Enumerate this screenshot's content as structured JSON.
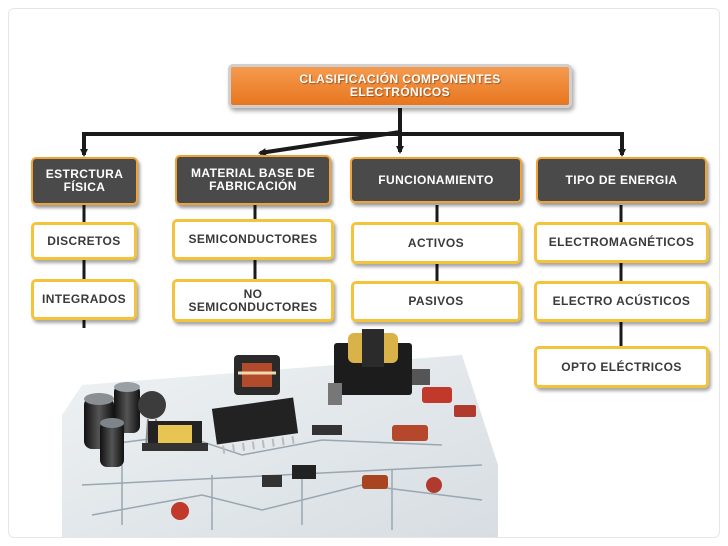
{
  "root": {
    "label": "CLASIFICACIÓN COMPONENTES ELECTRÓNICOS"
  },
  "categories": [
    {
      "label": "ESTRCTURA FÍSICA",
      "children": [
        "DISCRETOS",
        "INTEGRADOS"
      ]
    },
    {
      "label": "MATERIAL BASE DE FABRICACIÓN",
      "children": [
        "SEMICONDUCTORES",
        "NO SEMICONDUCTORES"
      ]
    },
    {
      "label": "FUNCIONAMIENTO",
      "children": [
        "ACTIVOS",
        "PASIVOS"
      ]
    },
    {
      "label": "TIPO DE ENERGIA",
      "children": [
        "ELECTROMAGNÉTICOS",
        "ELECTRO ACÚSTICOS",
        "OPTO ELÉCTRICOS"
      ]
    }
  ],
  "colors": {
    "root_fill": "#e8761f",
    "category_fill": "#4a4a4a",
    "category_border": "#f0a235",
    "leaf_border": "#f3c43a",
    "connector": "#1a1a1a"
  },
  "image": {
    "name": "electronic-components-photo"
  }
}
